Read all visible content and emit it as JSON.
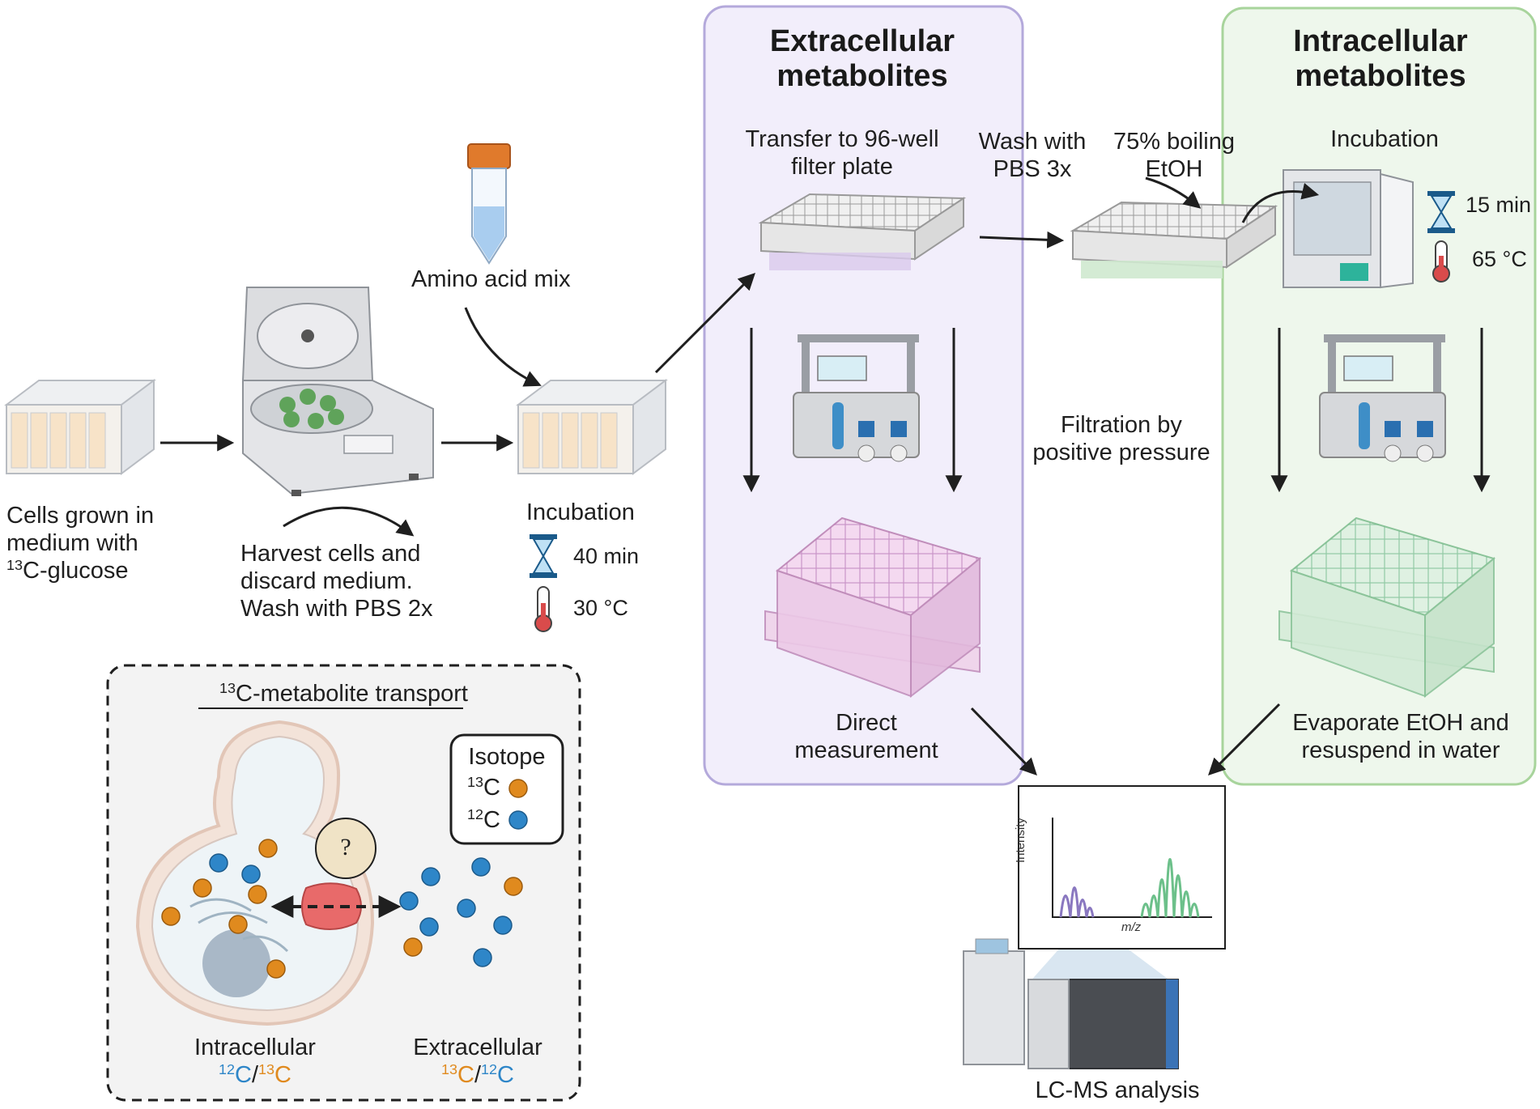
{
  "extracellular_panel": {
    "title_line1": "Extracellular",
    "title_line2": "metabolites"
  },
  "intracellular_panel": {
    "title_line1": "Intracellular",
    "title_line2": "metabolites"
  },
  "steps": {
    "cells": {
      "line1": "Cells grown in",
      "line2": "medium with",
      "line3_sup": "13",
      "line3": "C-glucose"
    },
    "harvest": {
      "line1": "Harvest cells and",
      "line2": "discard medium.",
      "line3": "Wash with PBS 2x"
    },
    "amino": "Amino acid mix",
    "incubation1": {
      "label": "Incubation",
      "time": "40 min",
      "temp": "30 °C"
    },
    "transfer": {
      "line1": "Transfer to 96-well",
      "line2": "filter plate"
    },
    "wash": {
      "line1": "Wash with",
      "line2": "PBS 3x"
    },
    "boiling": {
      "line1": "75% boiling",
      "line2": "EtOH"
    },
    "incubation2": {
      "label": "Incubation",
      "time": "15 min",
      "temp": "65 °C"
    },
    "filtration": {
      "line1": "Filtration by",
      "line2": "positive pressure"
    },
    "direct": {
      "line1": "Direct",
      "line2": "measurement"
    },
    "evaporate": {
      "line1": "Evaporate EtOH and",
      "line2": "resuspend in water"
    },
    "lcms": "LC-MS analysis"
  },
  "spectrum": {
    "ylabel": "Intensity",
    "xlabel": "m/z"
  },
  "transport_box": {
    "title_sup": "13",
    "title": "C-metabolite transport",
    "question": "?",
    "legend": {
      "title": "Isotope",
      "item1_sup": "13",
      "item1": "C",
      "item2_sup": "12",
      "item2": "C"
    },
    "intra": {
      "label": "Intracellular",
      "r1_sup": "12",
      "r1": "C",
      "slash": "/",
      "r2_sup": "13",
      "r2": "C"
    },
    "extra": {
      "label": "Extracellular",
      "r1_sup": "13",
      "r1": "C",
      "slash": "/",
      "r2_sup": "12",
      "r2": "C"
    }
  },
  "colors": {
    "extracellular_fill": "#f2eefb",
    "extracellular_border": "#b4a9db",
    "intracellular_fill": "#eef7ec",
    "intracellular_border": "#a8d49c",
    "isotope_13C": "#e08a1e",
    "isotope_12C": "#2e86c8",
    "arrow": "#1f1f1f"
  }
}
